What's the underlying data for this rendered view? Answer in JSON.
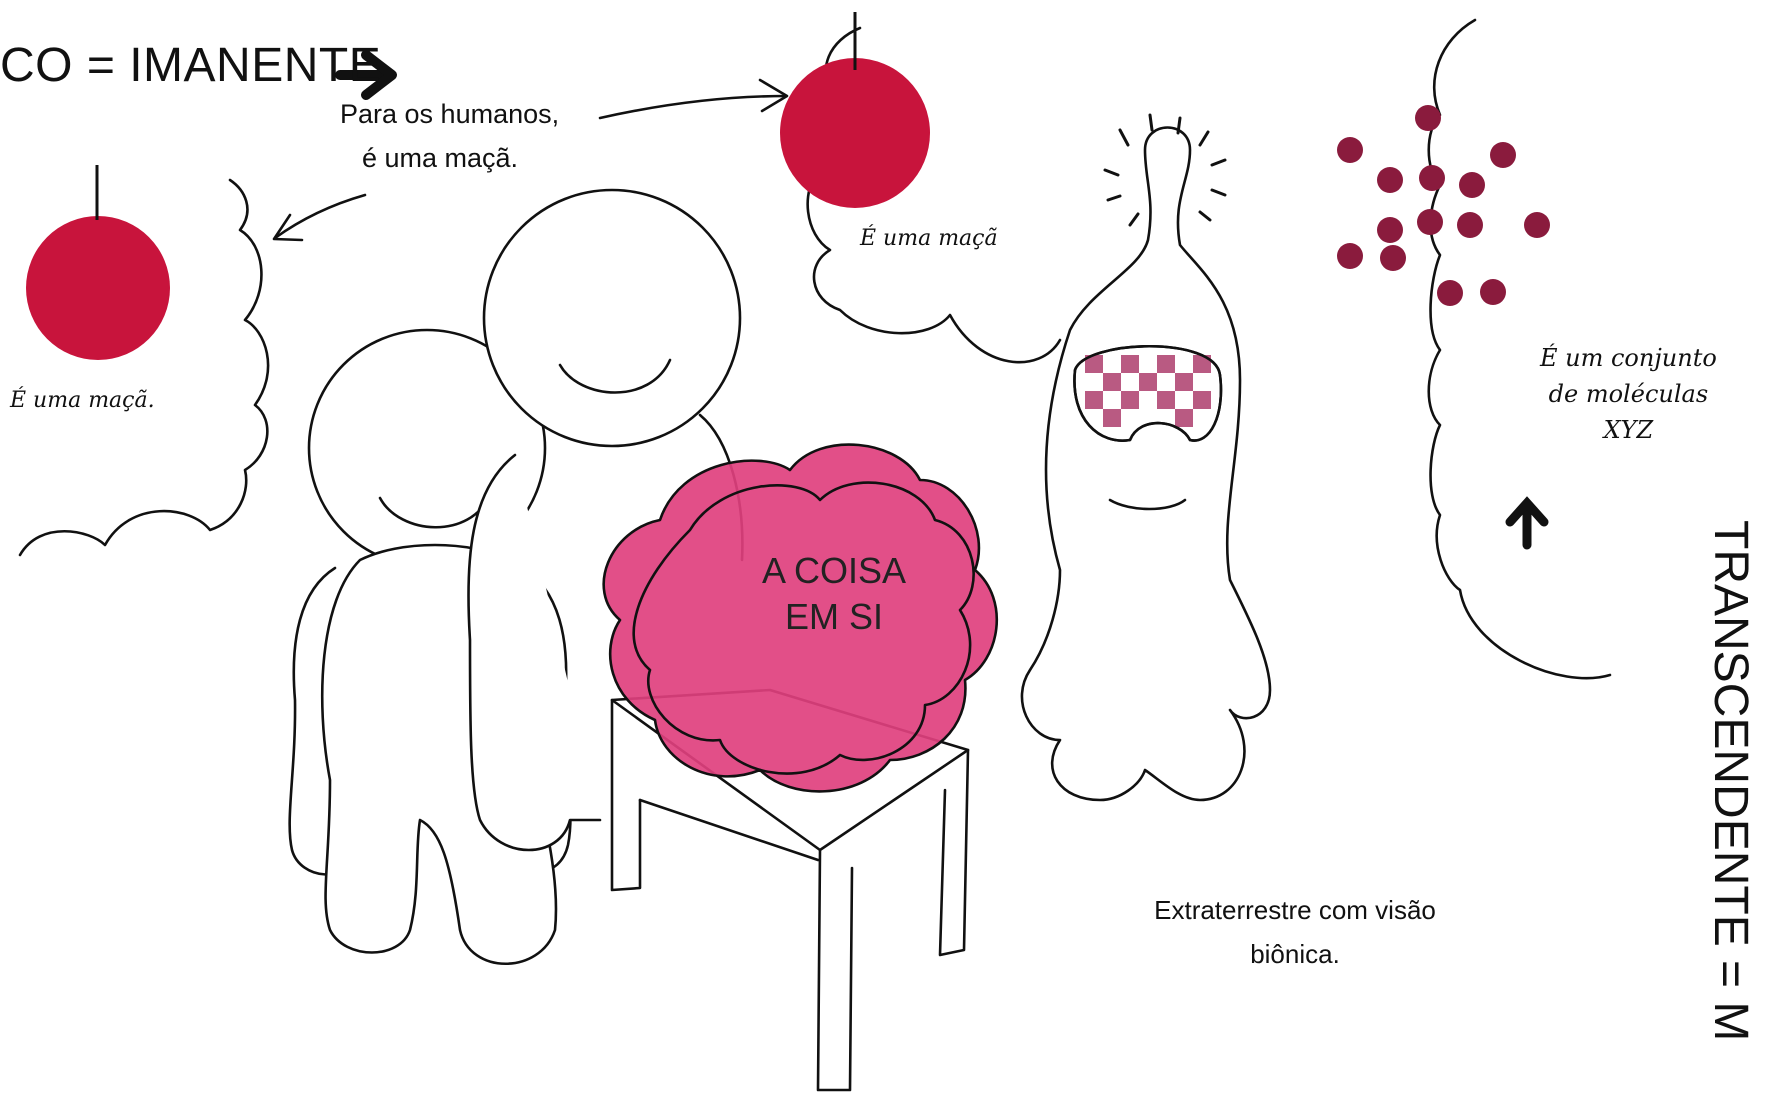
{
  "header_left": "CO = IMANENTE",
  "header_right": "TRANSCENDENTE = M",
  "caption_humans": [
    "Para os humanos,",
    "é uma maçã."
  ],
  "bubble_left": "É uma maçã.",
  "bubble_center": "É uma maçã",
  "bubble_right": [
    "É um conjunto",
    "de moléculas",
    "XYZ"
  ],
  "thing_in_itself": [
    "A COISA",
    "EM SI"
  ],
  "caption_alien": [
    "Extraterrestre com visão",
    "biônica."
  ],
  "colors": {
    "apple": "#c8143c",
    "thing": "#e0407e",
    "molecule": "#8a1b3d",
    "ink": "#111111",
    "checker": "#b95a82"
  },
  "icons": [
    "apple-icon",
    "arrow-right-icon",
    "arrow-up-icon",
    "molecule-dot-icon"
  ]
}
